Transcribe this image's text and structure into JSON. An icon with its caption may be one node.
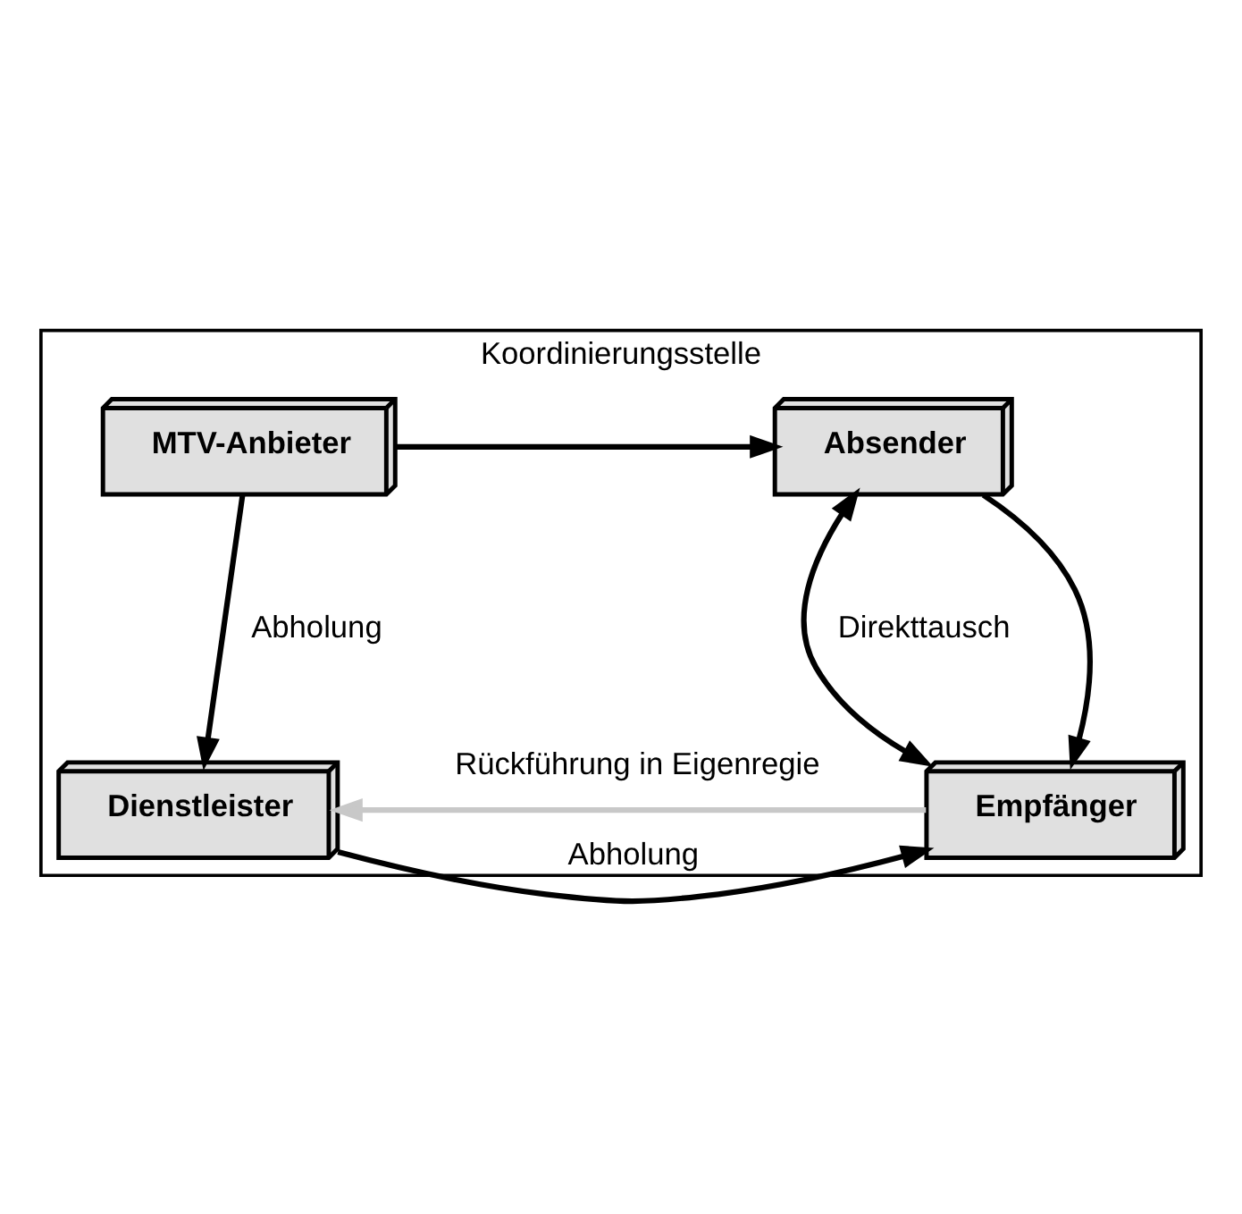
{
  "diagram": {
    "nodes": [
      {
        "text": [
          "Koordinierungsstelle"
        ]
      },
      {
        "text": [
          "MTV-Anbieter"
        ],
        "in": 0
      },
      {
        "text": [
          "Absender"
        ],
        "in": 0
      },
      {
        "text": [
          "Dienstleister"
        ],
        "in": 0
      },
      {
        "text": [
          "Empfänger"
        ],
        "in": 0
      }
    ],
    "edges": [
      {
        "from": 1,
        "to": 2,
        "arrow": "to"
      },
      {
        "from": 1,
        "to": 3,
        "arrow": "to",
        "label": "Abholung"
      },
      {
        "from": 2,
        "to": 4,
        "arrow": "to"
      },
      {
        "from": 4,
        "to": 2,
        "arrow": "both",
        "label": "Direkttausch"
      },
      {
        "from": 3,
        "to": 4,
        "arrow": "to",
        "label": "Abholung"
      },
      {
        "from": 4,
        "to": 3,
        "arrow": "to",
        "label": "Rückführung in Eigenregie",
        "color": "#c8c8c8"
      }
    ]
  }
}
